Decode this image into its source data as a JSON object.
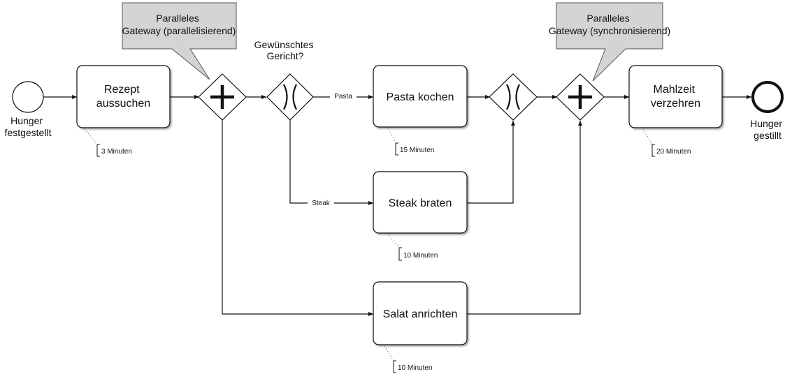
{
  "events": {
    "start": "Hunger festgestellt",
    "end": "Hunger gestillt"
  },
  "tasks": {
    "rezept": "Rezept aussuchen",
    "pasta": "Pasta kochen",
    "steak": "Steak braten",
    "salat": "Salat anrichten",
    "mahlzeit": "Mahlzeit verzehren"
  },
  "durations": {
    "rezept": "3 Minuten",
    "pasta": "15 Minuten",
    "steak": "10 Minuten",
    "salat": "10 Minuten",
    "mahlzeit": "20 Minuten"
  },
  "gateway_question": "Gewünschtes Gericht?",
  "flow_labels": {
    "pasta": "Pasta",
    "steak": "Steak"
  },
  "callouts": {
    "split": "Paralleles Gateway (parallelisierend)",
    "join": "Paralleles Gateway (synchronisierend)"
  },
  "colors": {
    "callout_fill": "#d4d4d4",
    "stroke": "#111111"
  }
}
